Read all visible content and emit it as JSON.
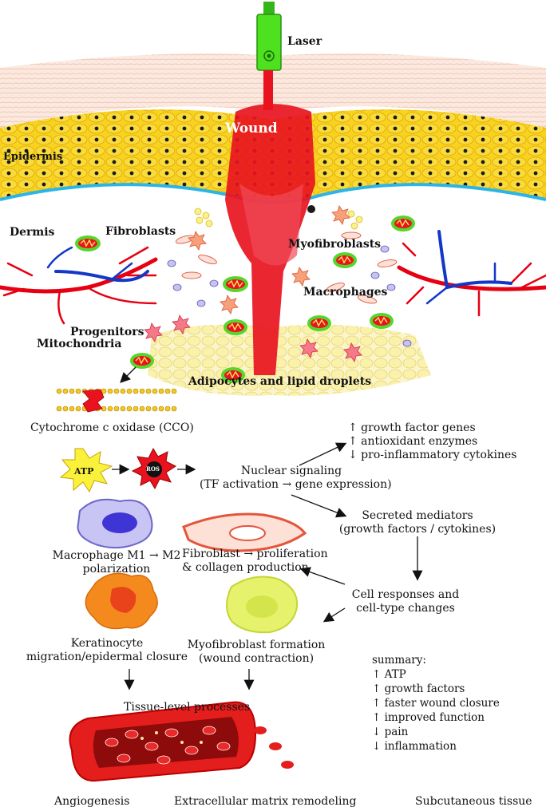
{
  "colors": {
    "skin_top": "#f6dcd0",
    "epidermis_yellow": "#f7d21e",
    "cell_nucleus": "#1a1a1a",
    "basement_line": "#2bb4e6",
    "laser_green": "#4ee11f",
    "wound_red": "#e8131f",
    "artery_red": "#e60012",
    "vein_blue": "#1437c8",
    "mito_green": "#56d62a",
    "fat_yellow": "#f9efb0"
  },
  "icons": [
    "laser-device-icon",
    "mitochondria-icon",
    "fibroblast-icon",
    "macrophage-icon",
    "keratinocyte-icon",
    "myofibroblast-icon",
    "blood-vessel-icon",
    "atp-burst-icon",
    "ros-burst-icon",
    "cco-membrane-icon"
  ],
  "labels": {
    "laser": "Laser",
    "wound": "Wound",
    "epidermis": "Epidermis",
    "dermis": "Dermis",
    "fibroblasts": "Fibroblasts",
    "myofibroblasts": "Myofibroblasts",
    "macrophages": "Macrophages",
    "progenitors": "Progenitors",
    "mitochondria": "Mitochondria",
    "adipocytes": "Adipocytes and lipid droplets",
    "cco": "Cytochrome c oxidase (CCO)",
    "atp": "ATP",
    "ros": "ROS",
    "nuclear_1": "Nuclear signaling",
    "nuclear_2": "(TF activation → gene expression)",
    "genes_1": "↑ growth factor genes",
    "genes_2": "↑ antioxidant enzymes",
    "genes_3": "↓ pro-inflammatory cytokines",
    "secreted_1": "Secreted mediators",
    "secreted_2": "(growth factors / cytokines)",
    "macro_m1m2_1": "Macrophage M1 → M2",
    "macro_m1m2_2": "polarization",
    "fibro_prolif_1": "Fibroblast → proliferation",
    "fibro_prolif_2": "& collagen production",
    "cell_resp_1": "Cell responses and",
    "cell_resp_2": "cell-type changes",
    "kerat_1": "Keratinocyte",
    "kerat_2": "migration/epidermal closure",
    "myofib_1": "Myofibroblast formation",
    "myofib_2": "(wound contraction)",
    "tissue": "Tissue-level processes",
    "angiogenesis": "Angiogenesis",
    "ecm": "Extracellular matrix remodeling",
    "subcutaneous": "Subcutaneous tissue"
  },
  "summary": {
    "title": "summary:",
    "items": [
      "↑ ATP",
      "↑ growth factors",
      "↑ faster wound closure",
      "↑ improved function",
      "↓ pain",
      "↓ inflammation"
    ]
  }
}
